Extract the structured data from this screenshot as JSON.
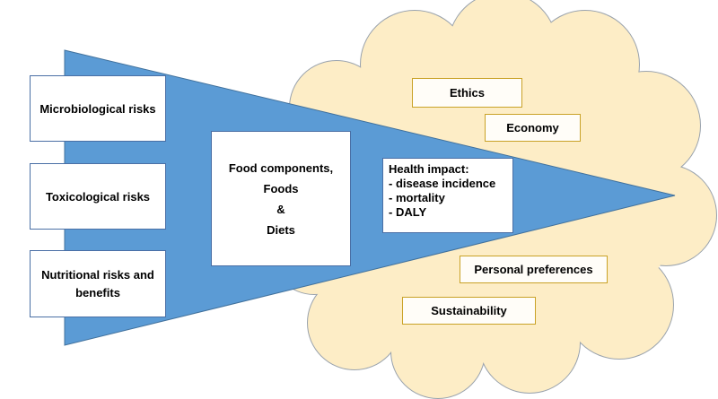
{
  "risks": [
    "Microbiological risks",
    "Toxicological risks",
    "Nutritional risks and benefits"
  ],
  "food": {
    "line1": "Food components,",
    "line2": "Foods",
    "line3": "&",
    "line4": "Diets"
  },
  "health": {
    "title": "Health impact:",
    "items": [
      "- disease incidence",
      "- mortality",
      "- DALY"
    ]
  },
  "factors": {
    "ethics": "Ethics",
    "economy": "Economy",
    "preferences": "Personal preferences",
    "sustainability": "Sustainability"
  },
  "colors": {
    "funnel": "#5b9bd5",
    "cloud": "#fdedc6",
    "cloud_outline": "#9aa3ad",
    "factor_border": "#c9a227"
  }
}
